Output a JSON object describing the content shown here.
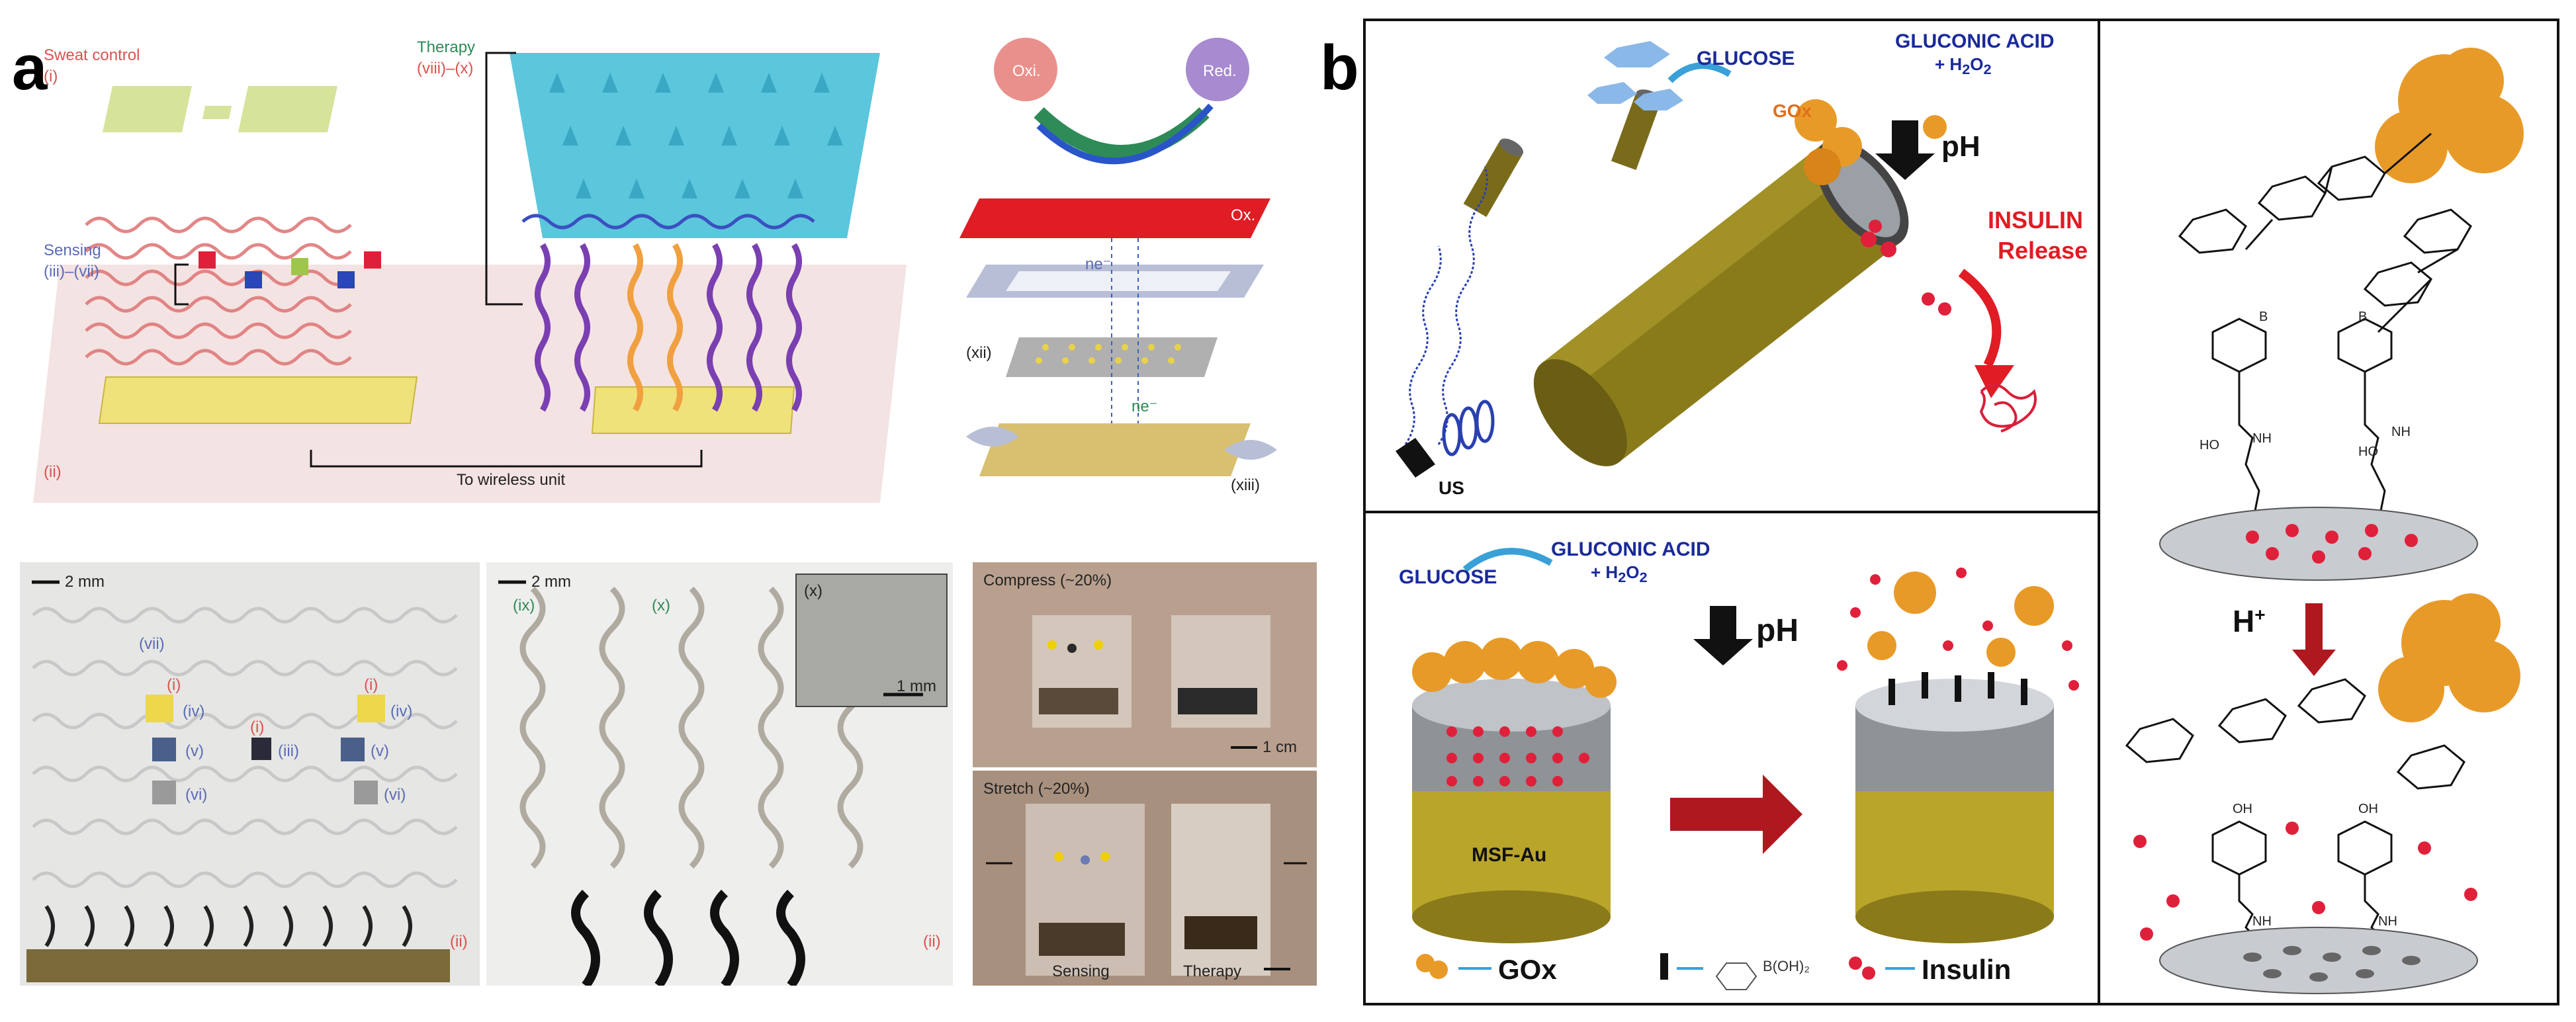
{
  "panel_a": {
    "letter": "a",
    "top_left": {
      "sweat_control": "Sweat control",
      "sweat_control_num": "(i)",
      "therapy": "Therapy",
      "therapy_num": "(viii)–(x)",
      "sensing": "Sensing",
      "sensing_num": "(iii)–(vii)",
      "substrate_num": "(ii)",
      "wireless": "To wireless unit"
    },
    "top_right": {
      "oxi": "Oxi.",
      "red": "Red.",
      "ox_label": "Ox.",
      "ne1": "ne⁻",
      "ne2": "ne⁻",
      "xii": "(xii)",
      "xiii": "(xiii)"
    },
    "bottom_left": {
      "scale": "2 mm",
      "vii": "(vii)",
      "i_left": "(i)",
      "i_right": "(i)",
      "i_center": "(i)",
      "iv_left": "(iv)",
      "iv_right": "(iv)",
      "v_left": "(v)",
      "v_right": "(v)",
      "iii": "(iii)",
      "vi_left": "(vi)",
      "vi_right": "(vi)",
      "ii": "(ii)"
    },
    "bottom_mid": {
      "scale": "2 mm",
      "ix": "(ix)",
      "x": "(x)",
      "inset_num": "(x)",
      "inset_scale": "1 mm",
      "ii": "(ii)"
    },
    "bottom_right": {
      "compress": "Compress (~20%)",
      "scale": "1 cm",
      "stretch": "Stretch (~20%)",
      "sensing": "Sensing",
      "therapy": "Therapy"
    }
  },
  "panel_b": {
    "letter": "b",
    "top": {
      "glucose": "GLUCOSE",
      "gluconic": "GLUCONIC ACID",
      "h2o2_plus": "+ H",
      "h2o2_sub": "2",
      "h2o2_o": "O",
      "h2o2_sub2": "2",
      "gox": "GOx",
      "ph": "pH",
      "insulin": "INSULIN",
      "release": "Release",
      "us": "US"
    },
    "bottom": {
      "glucose": "GLUCOSE",
      "gluconic": "GLUCONIC ACID",
      "h2o2_plus": "+ H",
      "h2o2_sub": "2",
      "h2o2_o": "O",
      "h2o2_sub2": "2",
      "ph": "pH",
      "msf": "MSF-Au",
      "legend_gox": "GOx",
      "legend_insulin": "Insulin",
      "boronic": "B(OH)₂"
    },
    "right": {
      "hplus": "H",
      "hplus_sup": "+",
      "ho": "HO",
      "nh": "NH",
      "b": "B",
      "oh": "OH"
    }
  }
}
